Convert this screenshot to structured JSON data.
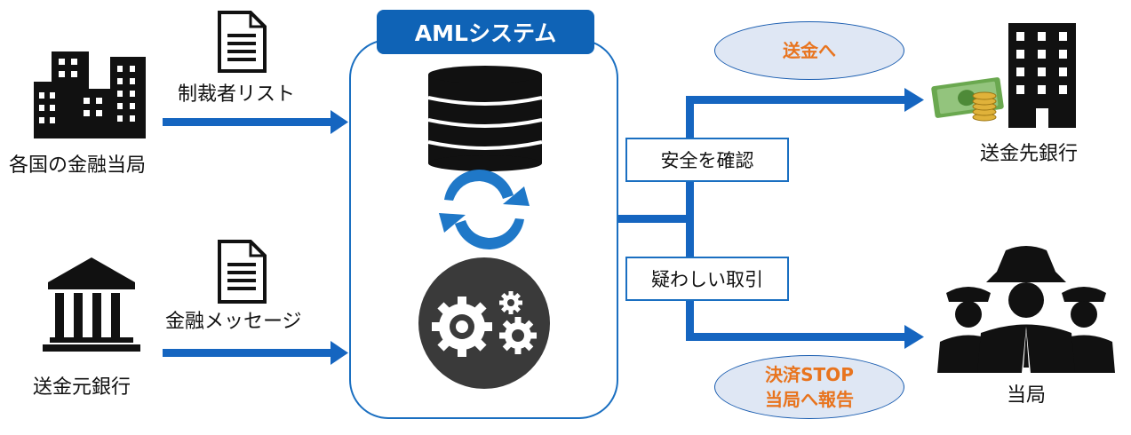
{
  "system": {
    "title": "AMLシステム"
  },
  "left": {
    "authority_label": "各国の金融当局",
    "sanctions_list_label": "制裁者リスト",
    "sending_bank_label": "送金元銀行",
    "message_label": "金融メッセージ"
  },
  "branches": {
    "safe_label": "安全を確認",
    "suspicious_label": "疑わしい取引",
    "transfer_bubble": "送金へ",
    "stop_bubble": {
      "line1": "決済STOP",
      "line2": "当局へ報告"
    }
  },
  "right": {
    "receiving_bank_label": "送金先銀行",
    "authority_label": "当局"
  },
  "colors": {
    "primary_blue": "#0f63b6",
    "arrow_blue": "#1565c0",
    "bubble_fill": "#dfe7f4",
    "bubble_text": "#e8741e",
    "icon_dark": "#111111"
  },
  "icons": [
    "government-buildings-icon",
    "document-icon",
    "bank-icon",
    "database-icon",
    "sync-arrows-icon",
    "gears-icon",
    "money-icon",
    "office-building-icon",
    "detectives-icon"
  ]
}
